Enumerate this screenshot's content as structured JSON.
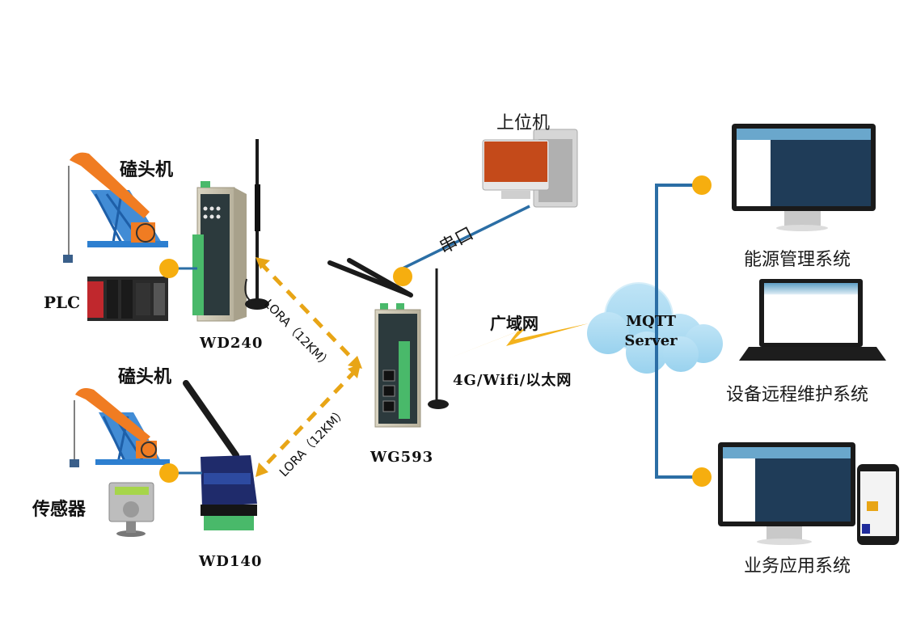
{
  "diagram": {
    "colors": {
      "link_blue": "#2b6ea5",
      "lora_orange": "#e8a516",
      "node_orange": "#f6ae0f",
      "cloud_blue": "#a8daf1",
      "wan_bolt": "#f3b21c"
    },
    "field_devices": {
      "pump_jack_1": "磕头机",
      "plc": "PLC",
      "pump_jack_2": "磕头机",
      "sensor": "传感器"
    },
    "nodes": {
      "wd240": "WD240",
      "wd140": "WD140",
      "gateway": "WG593"
    },
    "links": {
      "lora_upper": "LORA（12KM）",
      "lora_lower": "LORA（12KM）",
      "serial": "串口",
      "wan_title": "广域网",
      "wan_types": "4G/Wifi/以太网"
    },
    "host_pc": {
      "label": "上位机"
    },
    "cloud": {
      "line1": "MQTT",
      "line2": "Server"
    },
    "systems": [
      {
        "label": "能源管理系统",
        "device": "desktop-monitor"
      },
      {
        "label": "设备远程维护系统",
        "device": "laptop"
      },
      {
        "label": "业务应用系统",
        "device": "desktop-monitor-and-phone"
      }
    ]
  }
}
